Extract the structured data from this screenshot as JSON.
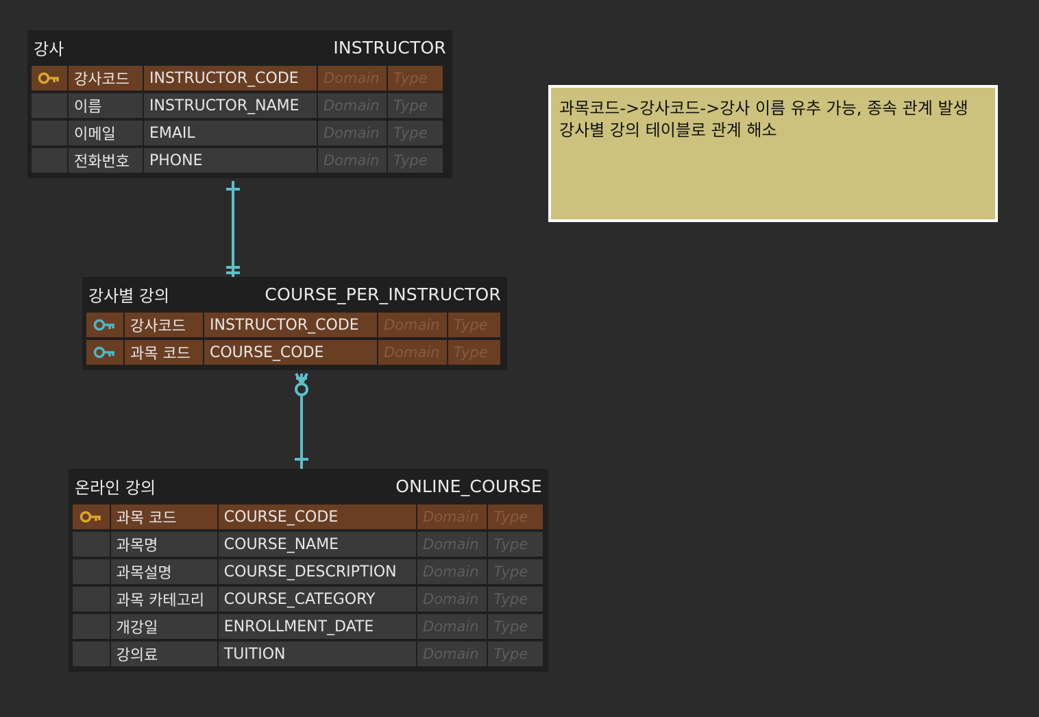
{
  "colors": {
    "background": "#2b2b2b",
    "entity_bg": "#1f1f1f",
    "pk_row": "#6a3e23",
    "normal_row": "#3a3a3a",
    "pk_key_icon": "#d9a82a",
    "fk_key_icon": "#4ab8c8",
    "relationship_line": "#5bbfca",
    "memo_bg": "#ccc27d"
  },
  "entities": {
    "instructor": {
      "logical_name": "강사",
      "physical_name": "INSTRUCTOR",
      "columns": [
        {
          "key": "pk",
          "key_icon": "pk-key-icon",
          "logical": "강사코드",
          "physical": "INSTRUCTOR_CODE",
          "domain": "Domain",
          "type": "Type"
        },
        {
          "key": "",
          "key_icon": "",
          "logical": "이름",
          "physical": "INSTRUCTOR_NAME",
          "domain": "Domain",
          "type": "Type"
        },
        {
          "key": "",
          "key_icon": "",
          "logical": "이메일",
          "physical": "EMAIL",
          "domain": "Domain",
          "type": "Type"
        },
        {
          "key": "",
          "key_icon": "",
          "logical": "전화번호",
          "physical": "PHONE",
          "domain": "Domain",
          "type": "Type"
        }
      ]
    },
    "course_per_instructor": {
      "logical_name": "강사별 강의",
      "physical_name": "COURSE_PER_INSTRUCTOR",
      "columns": [
        {
          "key": "pk-fk",
          "key_icon": "fk-key-icon",
          "logical": "강사코드",
          "physical": "INSTRUCTOR_CODE",
          "domain": "Domain",
          "type": "Type"
        },
        {
          "key": "pk-fk",
          "key_icon": "fk-key-icon",
          "logical": "과목 코드",
          "physical": "COURSE_CODE",
          "domain": "Domain",
          "type": "Type"
        }
      ]
    },
    "online_course": {
      "logical_name": "온라인 강의",
      "physical_name": "ONLINE_COURSE",
      "columns": [
        {
          "key": "pk",
          "key_icon": "pk-key-icon",
          "logical": "과목 코드",
          "physical": "COURSE_CODE",
          "domain": "Domain",
          "type": "Type"
        },
        {
          "key": "",
          "key_icon": "",
          "logical": "과목명",
          "physical": "COURSE_NAME",
          "domain": "Domain",
          "type": "Type"
        },
        {
          "key": "",
          "key_icon": "",
          "logical": "과목설명",
          "physical": "COURSE_DESCRIPTION",
          "domain": "Domain",
          "type": "Type"
        },
        {
          "key": "",
          "key_icon": "",
          "logical": "과목 카테고리",
          "physical": "COURSE_CATEGORY",
          "domain": "Domain",
          "type": "Type"
        },
        {
          "key": "",
          "key_icon": "",
          "logical": "개강일",
          "physical": "ENROLLMENT_DATE",
          "domain": "Domain",
          "type": "Type"
        },
        {
          "key": "",
          "key_icon": "",
          "logical": "강의료",
          "physical": "TUITION",
          "domain": "Domain",
          "type": "Type"
        }
      ]
    }
  },
  "memo": {
    "lines": [
      "과목코드->강사코드->강사 이름 유추 가능, 종속 관계 발생",
      "강사별 강의 테이블로 관계 해소"
    ]
  },
  "relationships": [
    {
      "from": "instructor",
      "to": "course_per_instructor",
      "from_cardinality": "one",
      "to_cardinality": "one-only"
    },
    {
      "from": "online_course",
      "to": "course_per_instructor",
      "from_cardinality": "one",
      "to_cardinality": "zero-or-many"
    }
  ]
}
